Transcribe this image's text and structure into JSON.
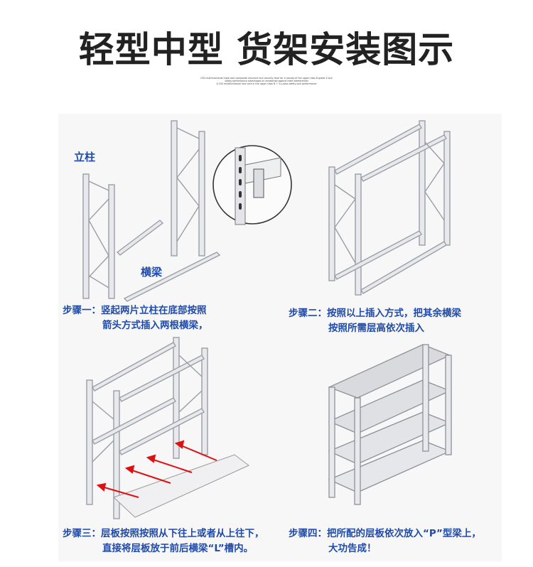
{
  "title": "轻型中型 货架安装图示",
  "fine_print": [
    "CSS multifunctional triple-lock composite structure lock security level far in excess of the upper class B grade 4 lock",
    "safety performance advantages of unmatched against theft interferential",
    "A CSS multifunctional lock core in the upper class B + 3-s-class safety lock performance"
  ],
  "labels": {
    "upright": "立柱",
    "beam": "横梁"
  },
  "steps": [
    {
      "line1": "步骤一：竖起两片立柱在底部按照",
      "line2": "箭头方式插入两根横梁，"
    },
    {
      "line1": "步骤二：按照以上插入方式，把其余横梁",
      "line2": "按照所需层高依次插入"
    },
    {
      "line1": "步骤三：层板按照按照从下往上或者从上往下，",
      "line2": "直接将层板放于前后横梁“L”槽内。"
    },
    {
      "line1": "步骤四：把所配的层板依次放入“P”型梁上，",
      "line2": "大功告成！"
    }
  ]
}
